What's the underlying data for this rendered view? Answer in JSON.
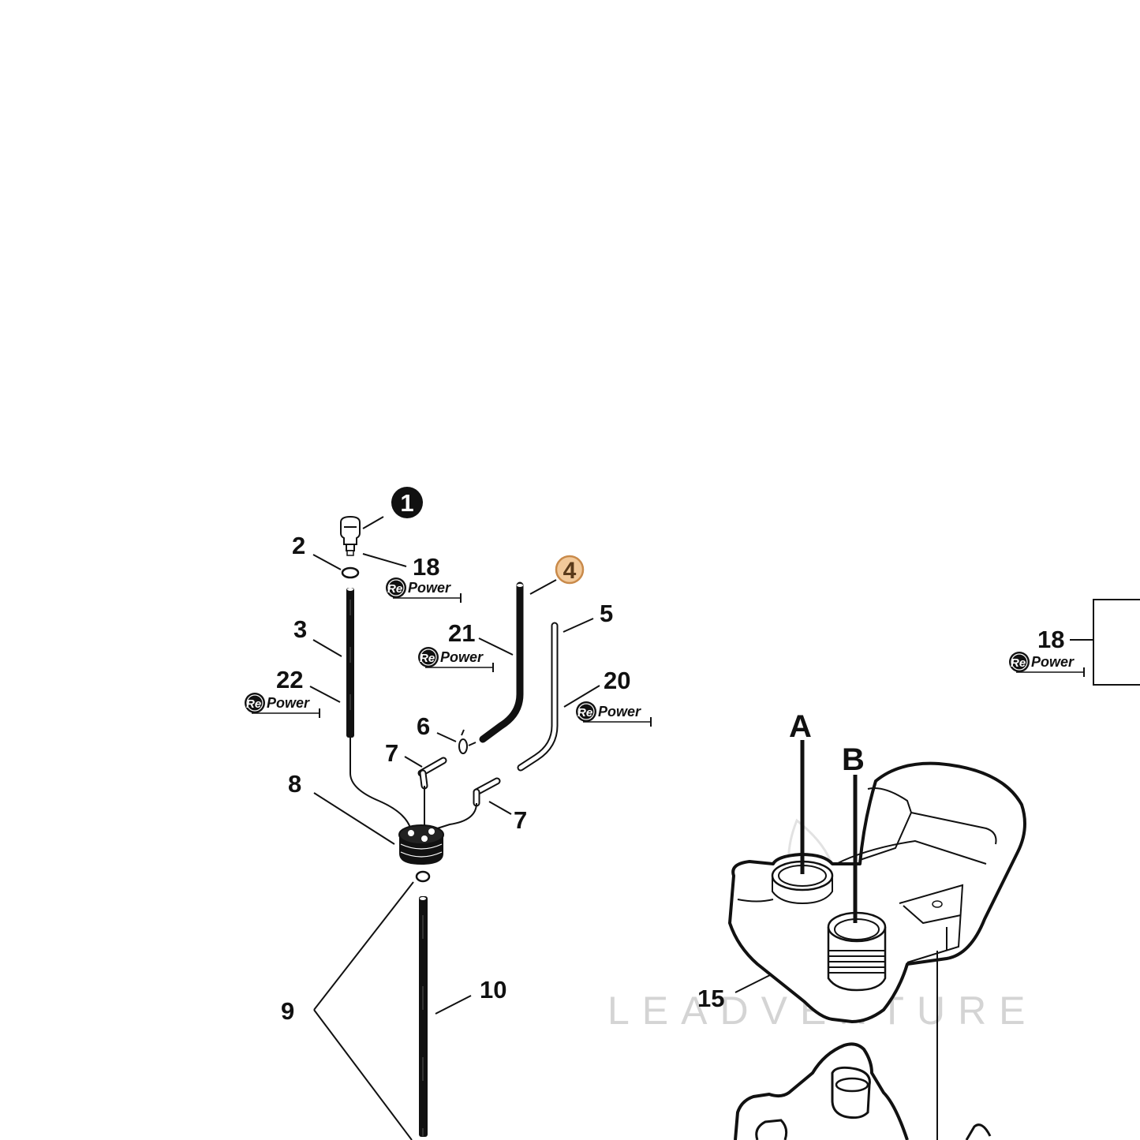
{
  "callouts": {
    "c1": "1",
    "c2": "2",
    "c18a": "18",
    "c4": "4",
    "c3": "3",
    "c21": "21",
    "c5": "5",
    "c22": "22",
    "c20": "20",
    "c6": "6",
    "c7a": "7",
    "c7b": "7",
    "c8": "8",
    "c9": "9",
    "c10": "10",
    "c15": "15",
    "c18b": "18",
    "cA": "A",
    "cB": "B"
  },
  "badge": {
    "prefix": "Re",
    "suffix": "Power"
  },
  "watermark": "LEADVENTURE",
  "colors": {
    "highlight_fill": "#f2c99a",
    "highlight_stroke": "#c98a4a",
    "ink": "#111111"
  }
}
